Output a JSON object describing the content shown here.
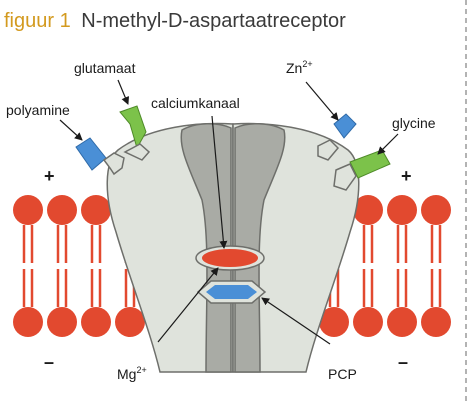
{
  "title": {
    "prefix": "figuur 1",
    "text": "N-methyl-D-aspartaatreceptor"
  },
  "labels": {
    "glutamaat": "glutamaat",
    "zn": "Zn",
    "zn_charge": "2+",
    "polyamine": "polyamine",
    "calciumkanaal": "calciumkanaal",
    "glycine": "glycine",
    "mg": "Mg",
    "mg_charge": "2+",
    "pcp": "PCP"
  },
  "charges": {
    "top_left": "+",
    "top_right": "+",
    "bottom_left": "–",
    "bottom_right": "–"
  },
  "colors": {
    "lipid": "#e2492f",
    "receptor_outer": "#dfe3dc",
    "receptor_inner": "#a9aba5",
    "outline": "#6e6f6b",
    "blue_site": "#4a8fd6",
    "green_site": "#7cc24a",
    "mg_ion": "#e2492f",
    "title_accent": "#d39a1f",
    "border_dashed": "#9a9a9a"
  }
}
